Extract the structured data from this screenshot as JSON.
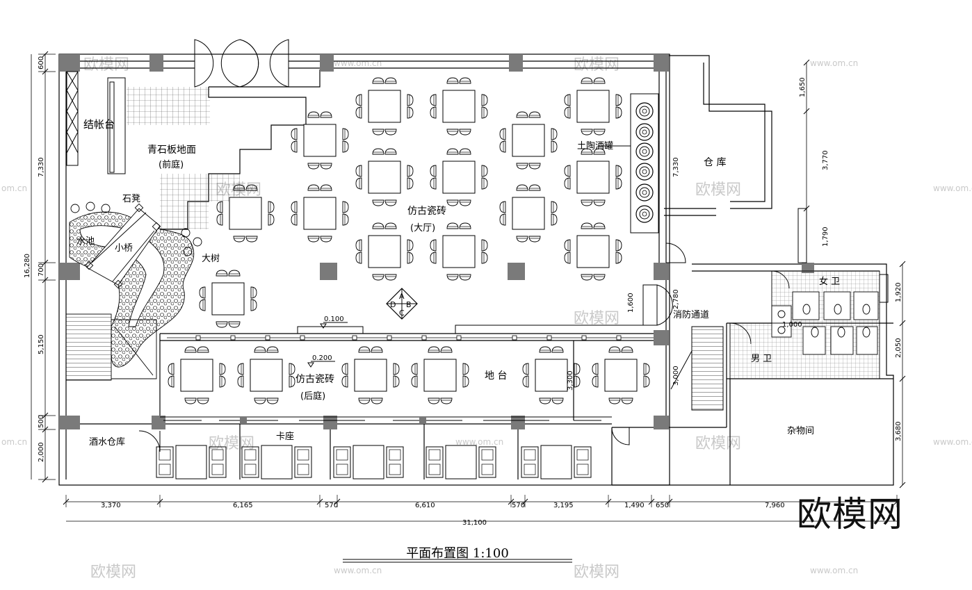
{
  "title": "平面布置图 1:100",
  "logo": "欧模网",
  "watermark": {
    "brand": "欧模网",
    "url": "www.om.cn",
    "url_short": "om.cn",
    "color": "#c9c9c9"
  },
  "labels": {
    "checkout": "结帐台",
    "front_floor": "青石板地面",
    "front_court": "(前庭)",
    "stone_stool": "石凳",
    "pool": "水池",
    "bridge": "小桥",
    "big_tree": "大树",
    "hall_floor": "仿古瓷砖",
    "hall": "(大厅)",
    "jars": "土陶酒罐",
    "storage": "仓  库",
    "fire_exit": "消防通道",
    "female_wc": "女  卫",
    "male_wc": "男  卫",
    "back_floor": "仿古瓷砖",
    "back_court": "(后庭)",
    "stage": "地  台",
    "booth": "卡座",
    "wine_store": "酒水仓库",
    "sundry": "杂物间",
    "compass_a": "A",
    "compass_b": "B",
    "compass_c": "C",
    "compass_d": "D",
    "level_1": "0.100",
    "level_2": "0.200",
    "wc_dim": "1,000"
  },
  "dims": {
    "bottom": [
      "3,370",
      "6,165",
      "570",
      "6,610",
      "570",
      "3,195",
      "1,490",
      "650",
      "7,960"
    ],
    "total": "31,100",
    "left": [
      "600",
      "7,330",
      "700",
      "5,150",
      "500",
      "2,000"
    ],
    "left_total": "16,280",
    "right": [
      "1,650",
      "3,770",
      "1,790",
      "1,920",
      "2,050",
      "3,680"
    ],
    "inner": [
      "7,330",
      "1,600",
      "2,780",
      "3,000",
      "3,300"
    ]
  }
}
